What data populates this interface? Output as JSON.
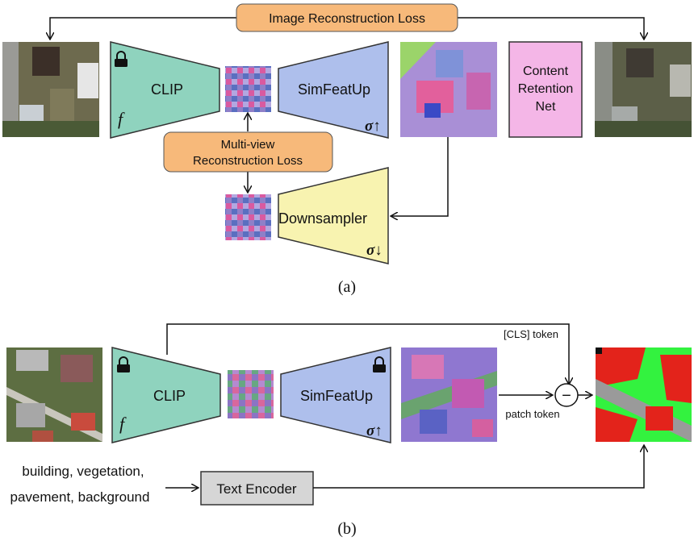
{
  "part_a": {
    "image_recon_loss": "Image Reconstruction Loss",
    "clip": "CLIP",
    "f_symbol": "f",
    "simfeatup": "SimFeatUp",
    "sigma_up": "σ↑",
    "content_net": [
      "Content",
      "Retention",
      "Net"
    ],
    "multiview_loss": [
      "Multi-view",
      "Reconstruction Loss"
    ],
    "downsampler": "Downsampler",
    "sigma_down": "σ↓",
    "caption": "(a)"
  },
  "part_b": {
    "clip": "CLIP",
    "f_symbol": "f",
    "simfeatup": "SimFeatUp",
    "sigma_up": "σ↑",
    "cls_token": "[CLS] token",
    "patch_token": "patch token",
    "minus": "−",
    "text_input": [
      "building, vegetation,",
      "pavement, background"
    ],
    "text_encoder": "Text Encoder",
    "caption": "(b)"
  },
  "colors": {
    "orange": "#f7b97a",
    "teal": "#8fd3be",
    "blue": "#aebfec",
    "yellow": "#f8f3b0",
    "pink": "#f4b6e7",
    "gray": "#d6d6d6",
    "seg_red": "#e3231b",
    "seg_green": "#33f23f",
    "seg_gray": "#9a9a9a"
  }
}
